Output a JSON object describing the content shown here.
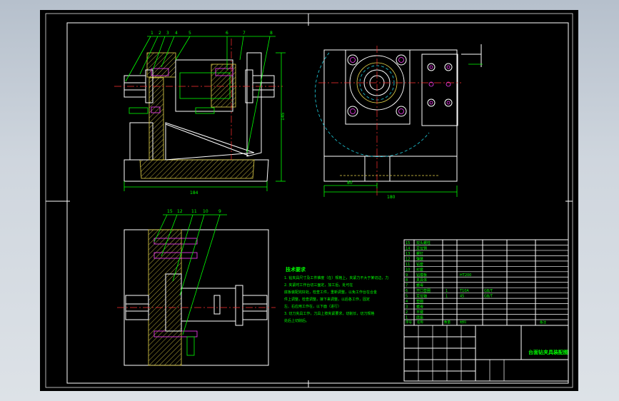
{
  "views": {
    "front_callouts": [
      "1",
      "2",
      "3",
      "4",
      "5",
      "6",
      "7",
      "8"
    ],
    "bottom_callouts": [
      "15",
      "12",
      "11",
      "10",
      "9"
    ],
    "front_dims": {
      "width": "184",
      "height": "145"
    },
    "side_dims": {
      "left": "80",
      "width": "180"
    }
  },
  "technical_requirements": {
    "title": "技术要求",
    "lines": [
      "1. 钻夹具尺寸及工件锥度（在）规格上，夹紧力不大于某切边，力",
      "2. 夹紧时工作台切三面定，加工后，处可在",
      "底板装配完好处，检查工件，重新调整，以免工作台在合金",
      "件上调整，检查调整，接下来调整，以后各工作，固定",
      "左、右应用工作在，以下面（进行）",
      "3. 切刀夹具工作，刀具上按夹紧要求，切削长，切刀规格",
      "处后上切削后。"
    ]
  },
  "title_block": {
    "drawing_title": "台面钻夹具装配图",
    "parts": [
      {
        "no": "15",
        "name": "双头螺柱"
      },
      {
        "no": "14",
        "name": "定位销"
      },
      {
        "no": "13",
        "name": "螺钉"
      },
      {
        "no": "12",
        "name": "弹簧"
      },
      {
        "no": "11",
        "name": "钻套"
      },
      {
        "no": "10",
        "name": "衬套"
      },
      {
        "no": "9",
        "name": "钻模板",
        "material": "HT200"
      },
      {
        "no": "8",
        "name": "夹具体"
      },
      {
        "no": "7",
        "name": "螺母"
      },
      {
        "no": "6",
        "name": "开口垫圈",
        "qty": "1",
        "material": "T10A",
        "note": "GB/T"
      },
      {
        "no": "5",
        "name": "定位轴",
        "qty": "1",
        "material": "45",
        "note": "GB/T"
      },
      {
        "no": "4",
        "name": "垫圈"
      },
      {
        "no": "3",
        "name": "螺母"
      },
      {
        "no": "2",
        "name": "平键"
      },
      {
        "no": "1",
        "name": "底座"
      }
    ],
    "header": [
      "序号",
      "名称",
      "数量",
      "材料",
      "备注"
    ]
  }
}
